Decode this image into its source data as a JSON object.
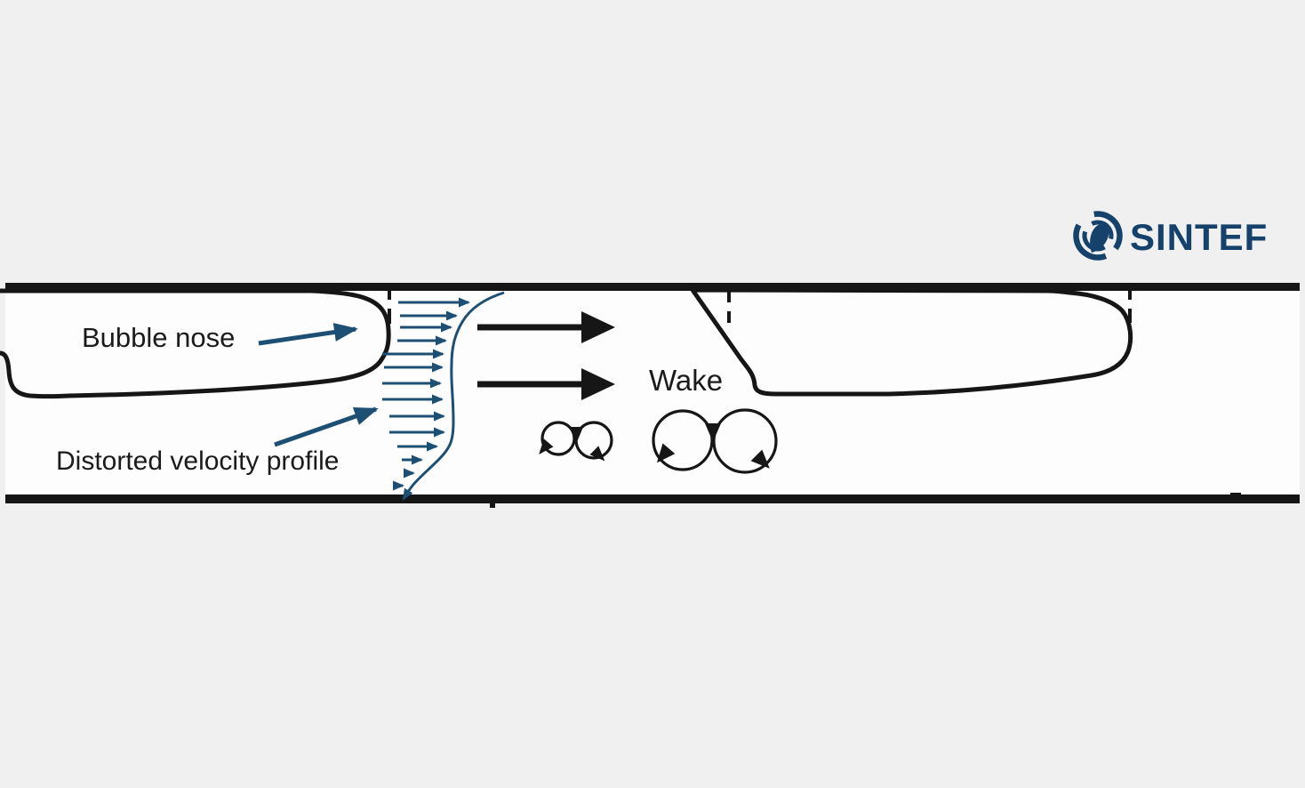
{
  "page": {
    "background_color": "#f0f0f1",
    "pipe_interior_color": "#fdfdfd"
  },
  "branding": {
    "logo_text": "SINTEF",
    "logo_color": "#15416a"
  },
  "diagram": {
    "labels": {
      "bubble_nose": "Bubble nose",
      "distorted_velocity_profile": "Distorted velocity profile",
      "wake": "Wake"
    },
    "colors": {
      "annotation_blue": "#1d4e74",
      "ink_black": "#161616"
    }
  }
}
